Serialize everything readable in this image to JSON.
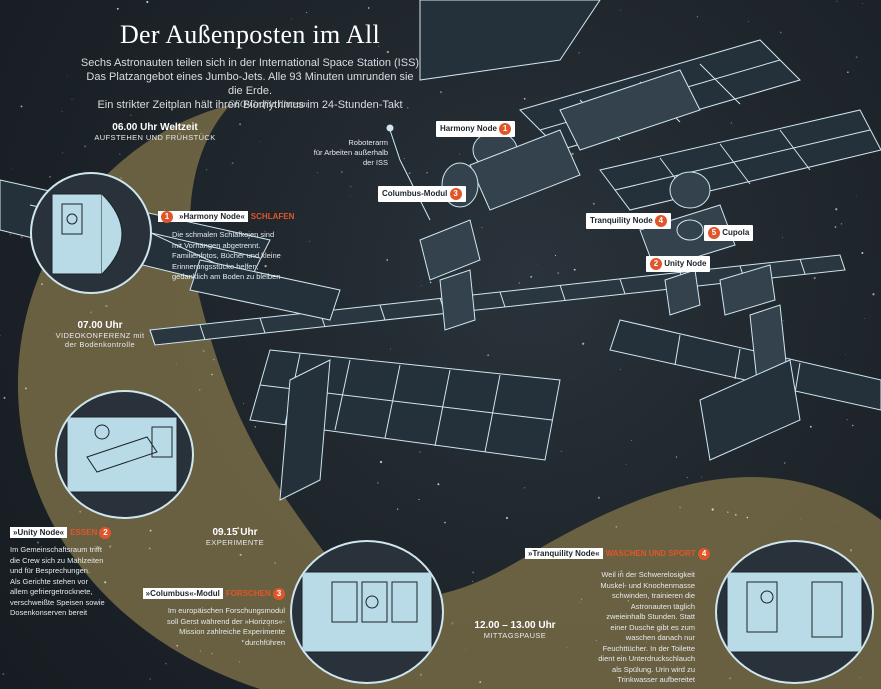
{
  "header": {
    "title": "Der Außenposten im All",
    "intro_lines": [
      "Sechs Astronauten teilen sich in der International Space Station (ISS)",
      "Das Platzangebot eines Jumbo-Jets. Alle 93 Minuten umrunden sie die Erde.",
      "Ein strikter Zeitplan hält ihren Biorhythmus im 24-Stunden-Takt"
    ],
    "credit": "GEO-Grafik: illuteam"
  },
  "schedule": [
    {
      "time": "06.00 Uhr Weltzeit",
      "activity": "AUFSTEHEN UND FRÜHSTÜCK"
    },
    {
      "time": "07.00 Uhr",
      "activity_lines": [
        "VIDEOKONFERENZ mit",
        "der Bodenkontrolle"
      ]
    },
    {
      "time": "09.15 Uhr",
      "activity": "EXPERIMENTE"
    },
    {
      "time": "12.00 – 13.00 Uhr",
      "activity": "MITTAGSPAUSE"
    }
  ],
  "sections": {
    "harmony": {
      "number": "1",
      "name": "»Harmony Node«",
      "verb": "SCHLAFEN",
      "lines": [
        "Die schmalen Schlafkojen sind",
        "mit Vorhängen abgetrennt.",
        "Familienfotos, Bücher und kleine",
        "Erinnerungsstücke helfen,",
        "gedanklich am Boden zu bleiben"
      ]
    },
    "unity": {
      "number": "2",
      "name": "»Unity Node«",
      "verb": "ESSEN",
      "lines": [
        "Im Gemeinschaftsraum trifft",
        "die Crew sich zu Mahlzeiten",
        "und für Besprechungen.",
        "Als Gerichte stehen vor",
        "allem gefriergetrocknete,",
        "verschweißte Speisen sowie",
        "Dosenkonserven bereit"
      ]
    },
    "columbus": {
      "number": "3",
      "name": "»Columbus«-Modul",
      "verb": "FORSCHEN",
      "lines": [
        "Im europäischen Forschungsmodul",
        "soll Gerst während der »Horizons«-",
        "Mission zahlreiche Experimente",
        "durchführen"
      ]
    },
    "tranquility": {
      "number": "4",
      "name": "»Tranquility Node«",
      "verb": "WASCHEN UND SPORT",
      "lines": [
        "Weil in der Schwerelosigkeit",
        "Muskel- und Knochenmasse",
        "schwinden, trainieren die",
        "Astronauten täglich",
        "zweieinhalb Stunden. Statt",
        "einer Dusche gibt es zum",
        "waschen danach nur",
        "Feuchttücher. In der Toilette",
        "dient ein Unterdruckschlauch",
        "als Spülung. Urin wird zu",
        "Trinkwasser aufbereitet"
      ]
    }
  },
  "iss_labels": [
    {
      "text": "Harmony Node",
      "number": "1"
    },
    {
      "text": "Columbus-Modul",
      "number": "3"
    },
    {
      "text": "Tranquility Node",
      "number": "4"
    },
    {
      "text": "Cupola",
      "number": "5"
    },
    {
      "text": "Unity Node",
      "number": "2"
    }
  ],
  "robotic_arm": [
    "Roboterarm",
    "für Arbeiten außerhalb",
    "der ISS"
  ],
  "colors": {
    "background": "#1c2329",
    "gold": "#6e6443",
    "accent": "#e0562a",
    "line": "#cfe6ef"
  }
}
